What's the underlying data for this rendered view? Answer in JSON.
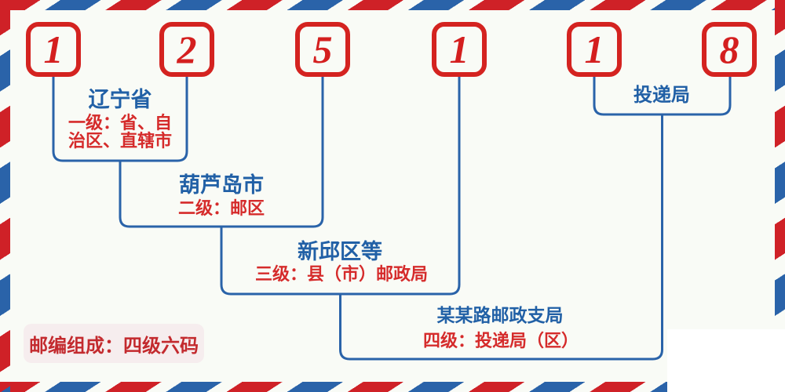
{
  "postal_code": {
    "value": "125118",
    "digits": [
      "1",
      "2",
      "5",
      "1",
      "1",
      "8"
    ]
  },
  "annotations": {
    "level1": {
      "name": "辽宁省",
      "desc_line1": "一级：省、自",
      "desc_line2": "治区、直辖市"
    },
    "level2": {
      "name": "葫芦岛市",
      "desc": "二级：邮区"
    },
    "level3": {
      "name": "新邱区等",
      "desc": "三级：县（市）邮政局"
    },
    "level4": {
      "name": "某某路邮政支局",
      "desc": "四级：投递局（区）"
    },
    "delivery_office": {
      "name": "投递局"
    }
  },
  "footer_badge": {
    "text": "邮编组成：四级六码"
  },
  "colors": {
    "background": "#f9fbf6",
    "stripe_red": "#cf2127",
    "stripe_blue": "#2a63a9",
    "box_border_red": "#d42320",
    "digit_red": "#d41f1f",
    "connector_blue": "#2a63a9",
    "title_blue": "#2160a6",
    "desc_red": "#d52b2b",
    "badge_bg": "#f6edee",
    "badge_text_red": "#c32a2e"
  }
}
